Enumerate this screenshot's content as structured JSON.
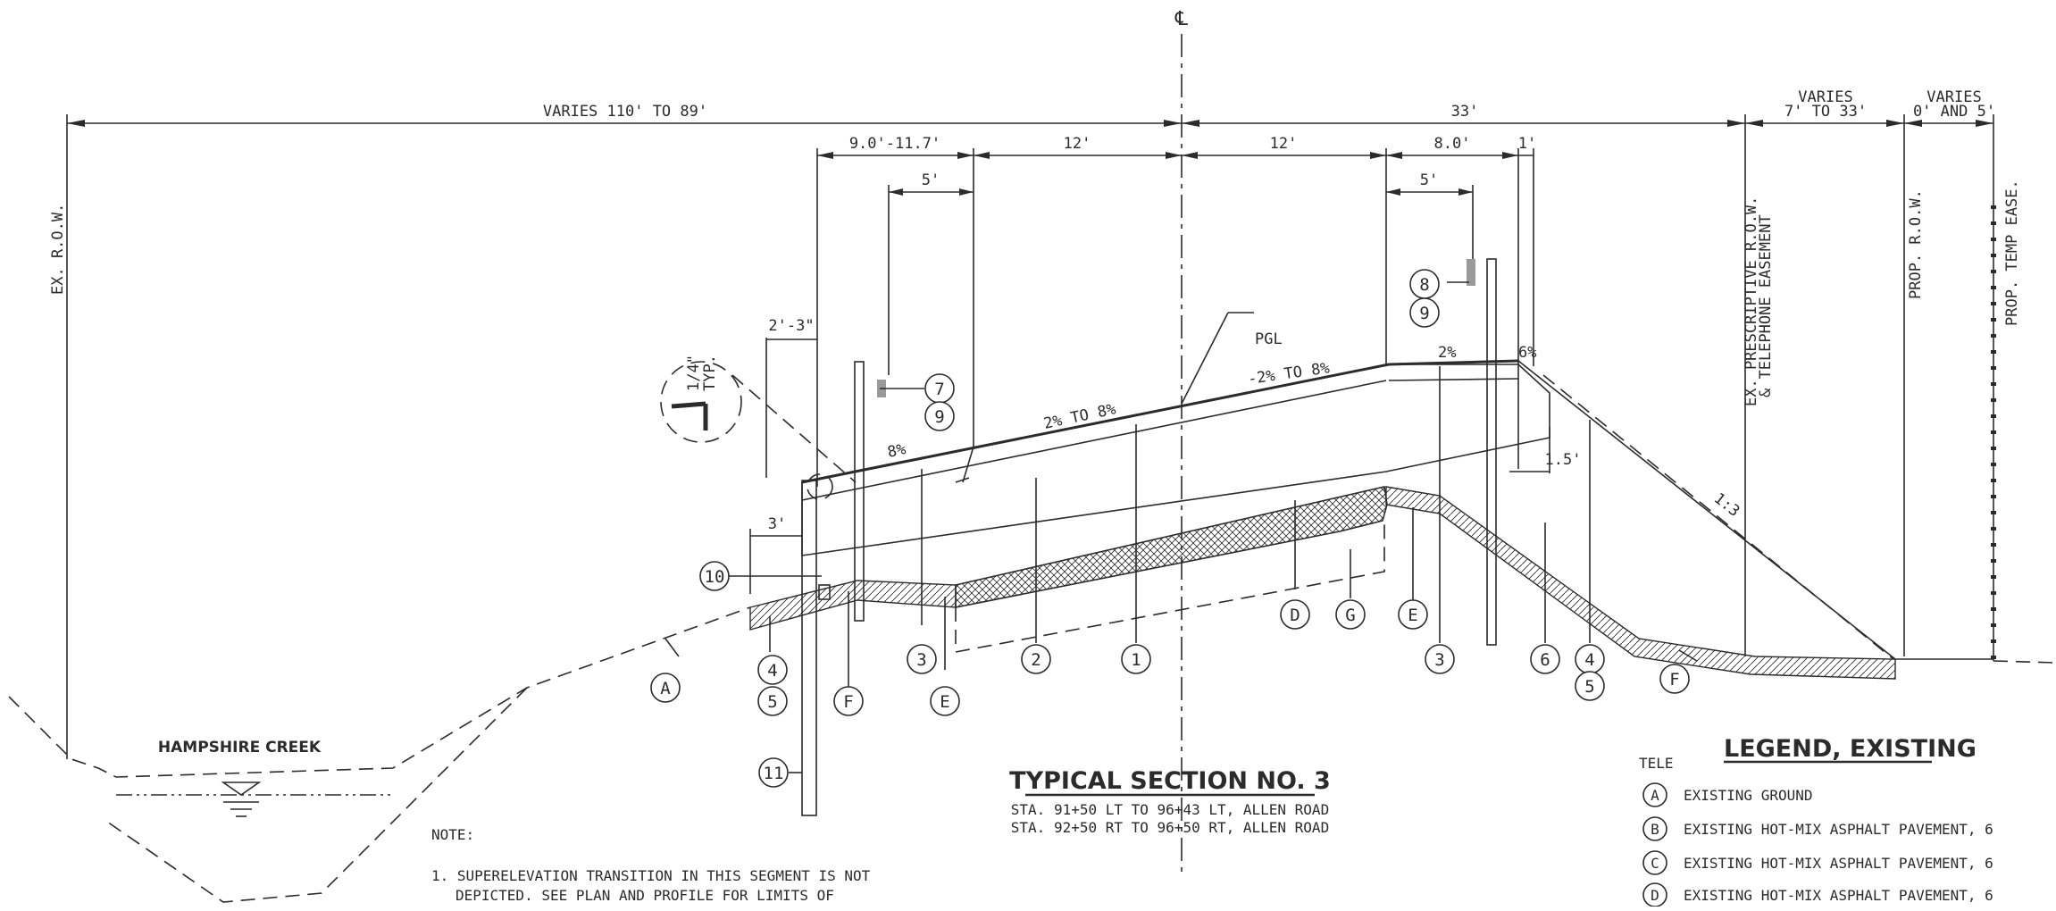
{
  "centerline_symbol": "℄",
  "dimensions": {
    "left_total": "VARIES 110' TO 89'",
    "right_total": "33'",
    "varies_a_1": "VARIES",
    "varies_a_2": "7' TO 33'",
    "varies_b_1": "VARIES",
    "varies_b_2": "0' AND 5'",
    "left_shoulder": "9.0'-11.7'",
    "left_lane": "12'",
    "right_lane": "12'",
    "right_shoulder": "8.0'",
    "one_ft": "1'",
    "five_left": "5'",
    "five_right": "5'",
    "two_three": "2'-3\"",
    "three_ft": "3'",
    "one_five": "1.5'",
    "quarter_1": "1/4\"",
    "quarter_2": "TYP."
  },
  "slopes": {
    "pgl": "PGL",
    "left_lanes": "2% TO 8%",
    "right_lanes": "-2% TO 8%",
    "left_shoulder": "8%",
    "right_shoulder": "2%",
    "right_edge": "6%",
    "fill_slope": "1:3"
  },
  "row_labels": {
    "ex_row": "EX. R.O.W.",
    "prescriptive_1": "EX. PRESCRIPTIVE R.O.W.",
    "prescriptive_2": "& TELEPHONE EASEMENT",
    "prop_row": "PROP. R.O.W.",
    "temp_ease": "PROP. TEMP EASE."
  },
  "callouts": {
    "c1": "1",
    "c2": "2",
    "c3": "3",
    "c3b": "3",
    "c4": "4",
    "c4b": "4",
    "c5": "5",
    "c5b": "5",
    "c6": "6",
    "c7": "7",
    "c8": "8",
    "c9": "9",
    "c9b": "9",
    "c10": "10",
    "c11": "11",
    "cA": "A",
    "cD": "D",
    "cG": "G",
    "cE": "E",
    "cEb": "E",
    "cF": "F",
    "cFb": "F"
  },
  "creek_name": "HAMPSHIRE CREEK",
  "section": {
    "title": "TYPICAL SECTION NO. 3",
    "line1": "STA. 91+50 LT TO 96+43 LT, ALLEN ROAD",
    "line2": "STA. 92+50 RT TO 96+50 RT, ALLEN ROAD"
  },
  "note": {
    "heading": "NOTE:",
    "line1": "1. SUPERELEVATION TRANSITION IN THIS SEGMENT IS NOT",
    "line2": "DEPICTED. SEE PLAN AND PROFILE FOR LIMITS OF"
  },
  "tele": "TELE",
  "legend": {
    "title": "LEGEND, EXISTING",
    "items": [
      {
        "key": "A",
        "text": "EXISTING GROUND"
      },
      {
        "key": "B",
        "text": "EXISTING HOT-MIX ASPHALT PAVEMENT, 6"
      },
      {
        "key": "C",
        "text": "EXISTING HOT-MIX ASPHALT PAVEMENT, 6"
      },
      {
        "key": "D",
        "text": "EXISTING HOT-MIX ASPHALT PAVEMENT, 6"
      }
    ]
  }
}
